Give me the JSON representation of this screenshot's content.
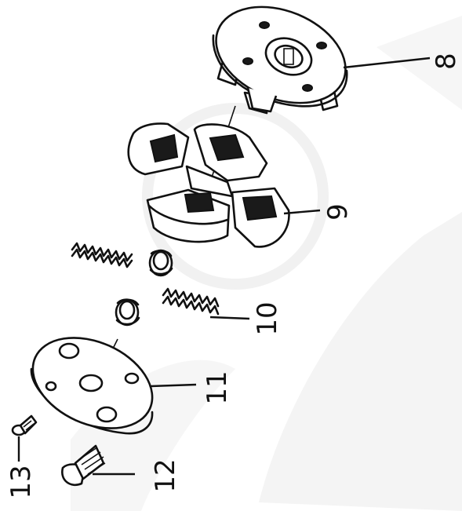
{
  "figure": {
    "watermark_color": "#f0f0f0",
    "ink_color": "#111111",
    "parts": [
      {
        "id": "part-8",
        "label": "8"
      },
      {
        "id": "part-9",
        "label": "9"
      },
      {
        "id": "part-10",
        "label": "10"
      },
      {
        "id": "part-11",
        "label": "11"
      },
      {
        "id": "part-12",
        "label": "12"
      },
      {
        "id": "part-13",
        "label": "13"
      }
    ]
  }
}
